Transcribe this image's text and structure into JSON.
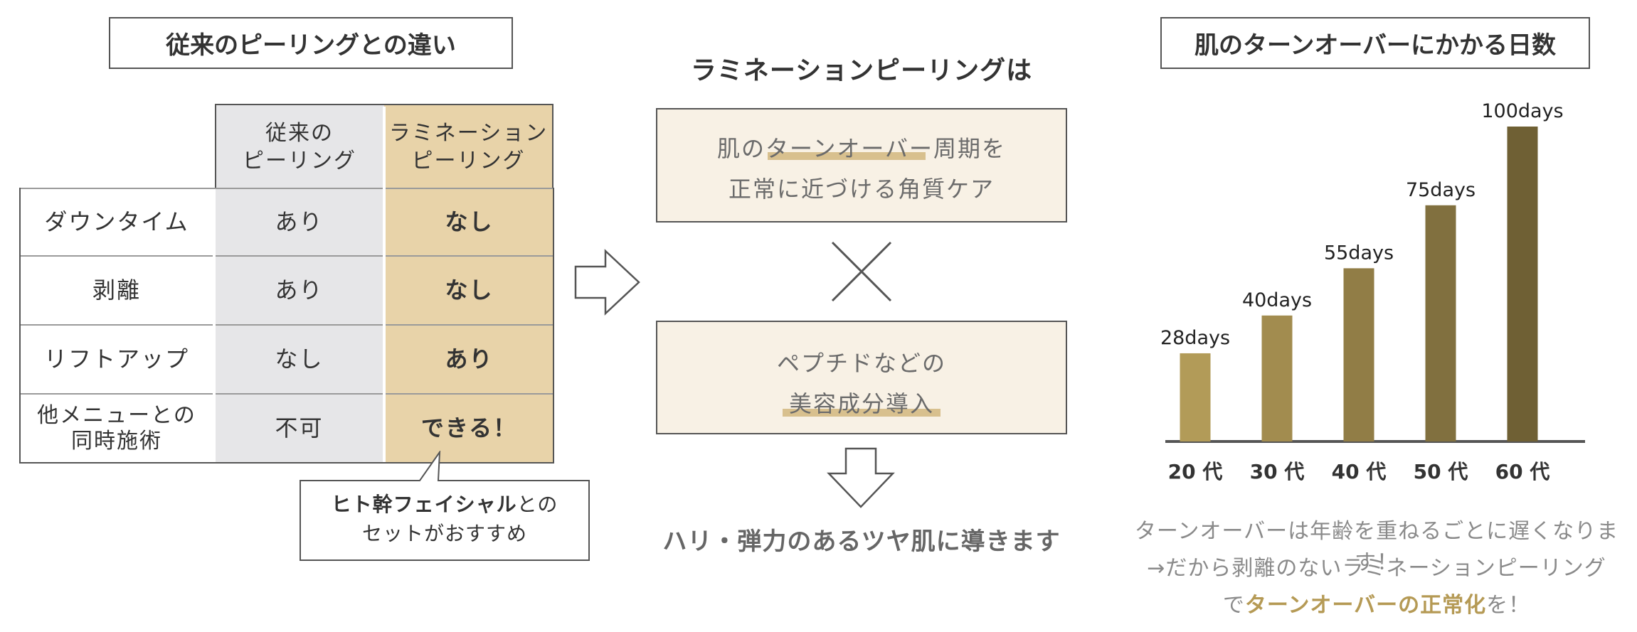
{
  "left": {
    "title": "従来のピーリングとの違い",
    "header_col1": [
      "従来の",
      "ピーリング"
    ],
    "header_col2": [
      "ラミネーション",
      "ピーリング"
    ],
    "rows": [
      {
        "label": [
          "ダウンタイム"
        ],
        "conventional": "あり",
        "lamination": "なし"
      },
      {
        "label": [
          "剥離"
        ],
        "conventional": "あり",
        "lamination": "なし"
      },
      {
        "label": [
          "リフトアップ"
        ],
        "conventional": "なし",
        "lamination": "あり"
      },
      {
        "label": [
          "他メニューとの",
          "同時施術"
        ],
        "conventional": "不可",
        "lamination": "できる！"
      }
    ],
    "callout": {
      "bold": "ヒト幹フェイシャル",
      "rest1": "との",
      "line2": "セットがおすすめ"
    }
  },
  "middle": {
    "title": "ラミネーションピーリングは",
    "box1": [
      "肌のターンオーバー周期を",
      "正常に近づける角質ケア"
    ],
    "times": "×",
    "box2": [
      "ペプチドなどの",
      "美容成分導入"
    ],
    "conclusion": "ハリ・弾力のあるツヤ肌に導きます"
  },
  "right": {
    "title": "肌のターンオーバーにかかる日数",
    "note_line1": "ターンオーバーは年齢を重ねるごとに遅くなります！",
    "note_line2": "→だから剥離のないラミネーションピーリング",
    "note_line3_pre": "で",
    "note_line3_emph": "ターンオーバーの正常化",
    "note_line3_post": "を！"
  },
  "colors": {
    "bar_colors": [
      "#b29b58",
      "#a28c4f",
      "#917d46",
      "#81703f",
      "#6f6034"
    ],
    "gray_col": "#e6e6e8",
    "gold_col": "#e8d3a9",
    "mid_box_bg": "#f8f1e5",
    "emphasis": "#b59a55"
  },
  "chart_data": {
    "type": "bar",
    "title": "肌のターンオーバーにかかる日数",
    "categories": [
      "20 代",
      "30 代",
      "40 代",
      "50 代",
      "60 代"
    ],
    "values": [
      28,
      40,
      55,
      75,
      100
    ],
    "value_labels": [
      "28days",
      "40days",
      "55days",
      "75days",
      "100days"
    ],
    "ylim": [
      0,
      110
    ],
    "grid": false
  }
}
